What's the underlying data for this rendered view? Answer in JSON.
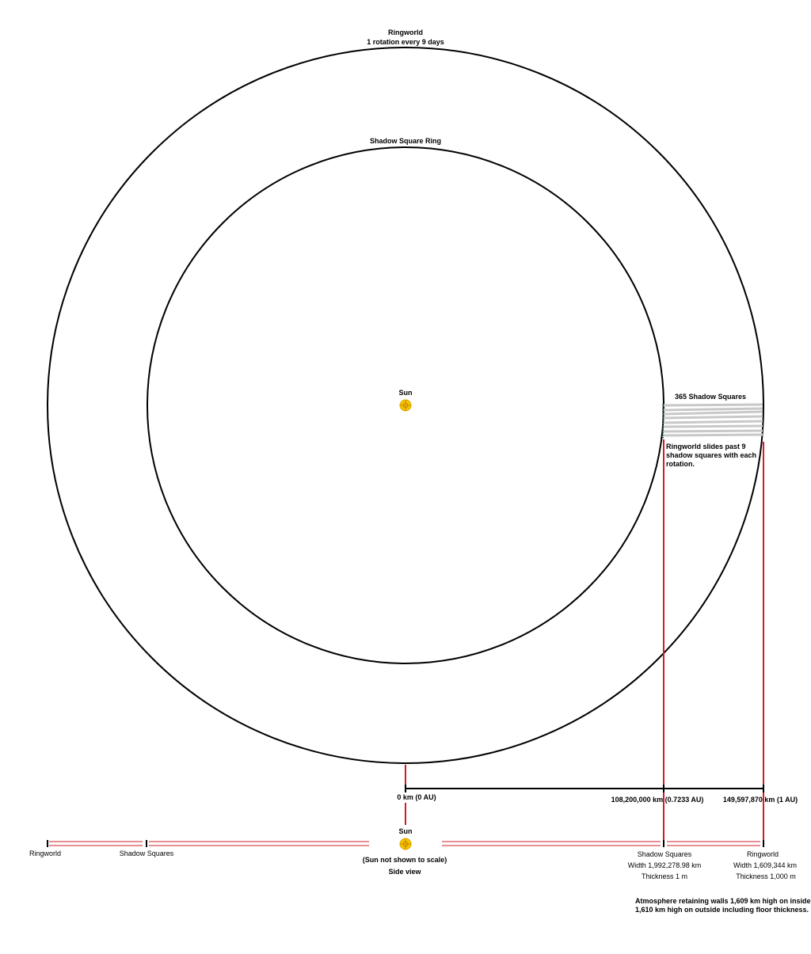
{
  "top_view": {
    "ringworld_title": "Ringworld",
    "ringworld_rotation": "1 rotation every 9 days",
    "shadow_ring_title": "Shadow Square Ring",
    "sun_label": "Sun",
    "squares_count_label": "365 Shadow Squares",
    "slide_note": [
      "Ringworld slides past 9",
      "shadow squares with each",
      "rotation."
    ]
  },
  "scale_bar": {
    "ticks": [
      {
        "label": "0 km (0 AU)",
        "km": 0
      },
      {
        "label": "108,200,000 km (0.7233 AU)",
        "km": 108200000
      },
      {
        "label": "149,597,870 km (1 AU)",
        "km": 149597870
      }
    ]
  },
  "side_view": {
    "left_ringworld_label": "Ringworld",
    "left_shadow_label": "Shadow Squares",
    "sun_label": "Sun",
    "sun_note": "(Sun not shown to scale)",
    "view_label": "Side view",
    "shadow_squares": {
      "title": "Shadow Squares",
      "width": "Width 1,992,278.98 km",
      "thickness": "Thickness 1 m"
    },
    "ringworld": {
      "title": "Ringworld",
      "width": "Width 1,609,344 km",
      "thickness": "Thickness 1,000 m"
    }
  },
  "footnote": [
    "Atmosphere retaining walls 1,609 km high on inside,",
    "1,610 km high on outside including floor thickness."
  ],
  "colors": {
    "ring_stroke": "#000000",
    "guide_line": "#cc1f2a",
    "sun_fill": "#f5c400",
    "shadow_square": "#c8c8c8"
  }
}
